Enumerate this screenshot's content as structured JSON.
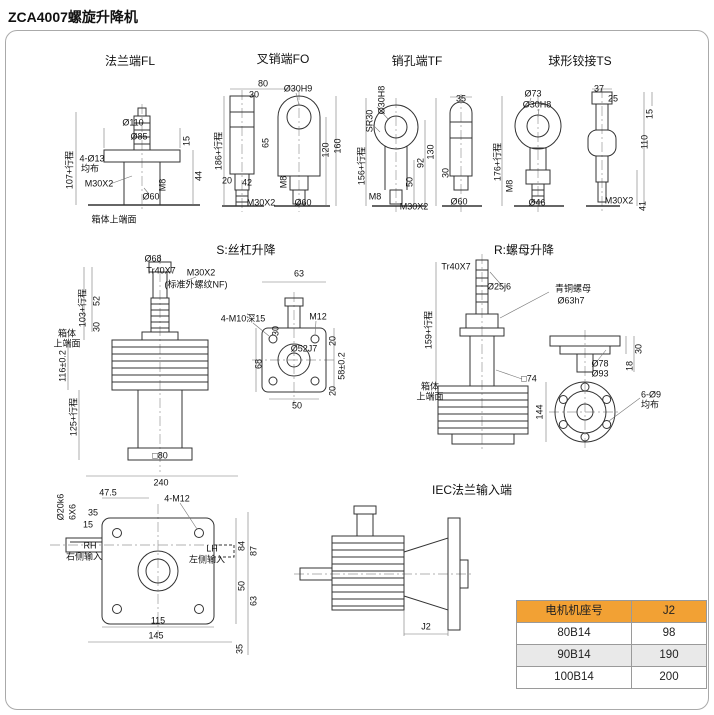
{
  "page": {
    "title": "ZCA4007螺旋升降机"
  },
  "sections": {
    "fl": "法兰端FL",
    "fo": "叉销端FO",
    "tf": "销孔端TF",
    "ts": "球形铰接TS",
    "s": "S:丝杠升降",
    "r": "R:螺母升降",
    "iec": "IEC法兰输入端"
  },
  "labels": {
    "fl": {
      "d110": "Ø110",
      "d85": "Ø85",
      "n15": "15",
      "holes": "4-Ø13",
      "junbu": "均布",
      "m30": "M30X2",
      "m8": "M8",
      "d60": "Ø60",
      "travel": "107+行程",
      "n44": "44",
      "top_face": "箱体上端面"
    },
    "fo": {
      "n80": "80",
      "n30": "30",
      "d30h9": "Ø30H9",
      "n65": "65",
      "n120": "120",
      "n160": "160",
      "travel": "186+行程",
      "n20": "20",
      "n42": "42",
      "m8": "M8",
      "m30": "M30X2",
      "d60": "Ø60"
    },
    "tf": {
      "d30h8": "Ø30H8",
      "sr30": "SR30",
      "n35": "35",
      "n50": "50",
      "n92": "92",
      "n130": "130",
      "n30": "30",
      "travel": "156+行程",
      "m8": "M8",
      "m30": "M30X2",
      "d60": "Ø60"
    },
    "ts": {
      "d73": "Ø73",
      "d30h8": "Ø30H8",
      "n37": "37",
      "n25": "25",
      "n110": "110",
      "n15": "15",
      "travel": "176+行程",
      "m8": "M8",
      "d46": "Ø46",
      "m30": "M30X2",
      "n41": "41"
    },
    "s": {
      "d68": "Ø68",
      "tr": "Tr40X7",
      "m30": "M30X2",
      "note": "(标准外螺纹NF)",
      "n52": "52",
      "n30": "30",
      "travel1": "103+行程",
      "box1": "箱体",
      "box2": "上端面",
      "n116": "116±0.2",
      "travel2": "125+行程",
      "sq80": "□80",
      "n240": "240"
    },
    "s_side": {
      "n63": "63",
      "n30": "30",
      "m10": "4-M10深15",
      "m12": "M12",
      "d52": "Ø52J7",
      "n20a": "20",
      "n58": "58±0.2",
      "n20b": "20",
      "n68": "68",
      "n50": "50"
    },
    "r": {
      "tr": "Tr40X7",
      "d25": "Ø25j6",
      "bronze": "青铜螺母",
      "d63": "Ø63h7",
      "travel": "159+行程",
      "box1": "箱体",
      "box2": "上端面",
      "sq74": "□74",
      "d78": "Ø78",
      "d93": "Ø93",
      "n18": "18",
      "n30": "30",
      "n144": "144",
      "holes": "6-Ø9",
      "junbu": "均布"
    },
    "input": {
      "shaft": "Ø20k6",
      "key": "6X6",
      "n475": "47.5",
      "n35a": "35",
      "n15": "15",
      "m12": "4-M12",
      "rh": "RH",
      "rh_text": "右侧输入",
      "lh": "LH",
      "lh_text": "左侧输入",
      "n84": "84",
      "n87": "87",
      "n50": "50",
      "n63": "63",
      "n35b": "35",
      "n115": "115",
      "n145": "145"
    },
    "iec": {
      "j2": "J2"
    }
  },
  "table": {
    "headers": [
      "电机机座号",
      "J2"
    ],
    "rows": [
      {
        "frame": "80B14",
        "j2": "98"
      },
      {
        "frame": "90B14",
        "j2": "190"
      },
      {
        "frame": "100B14",
        "j2": "200"
      }
    ]
  },
  "colors": {
    "table_header_bg": "#F2A134",
    "line": "#333333"
  }
}
